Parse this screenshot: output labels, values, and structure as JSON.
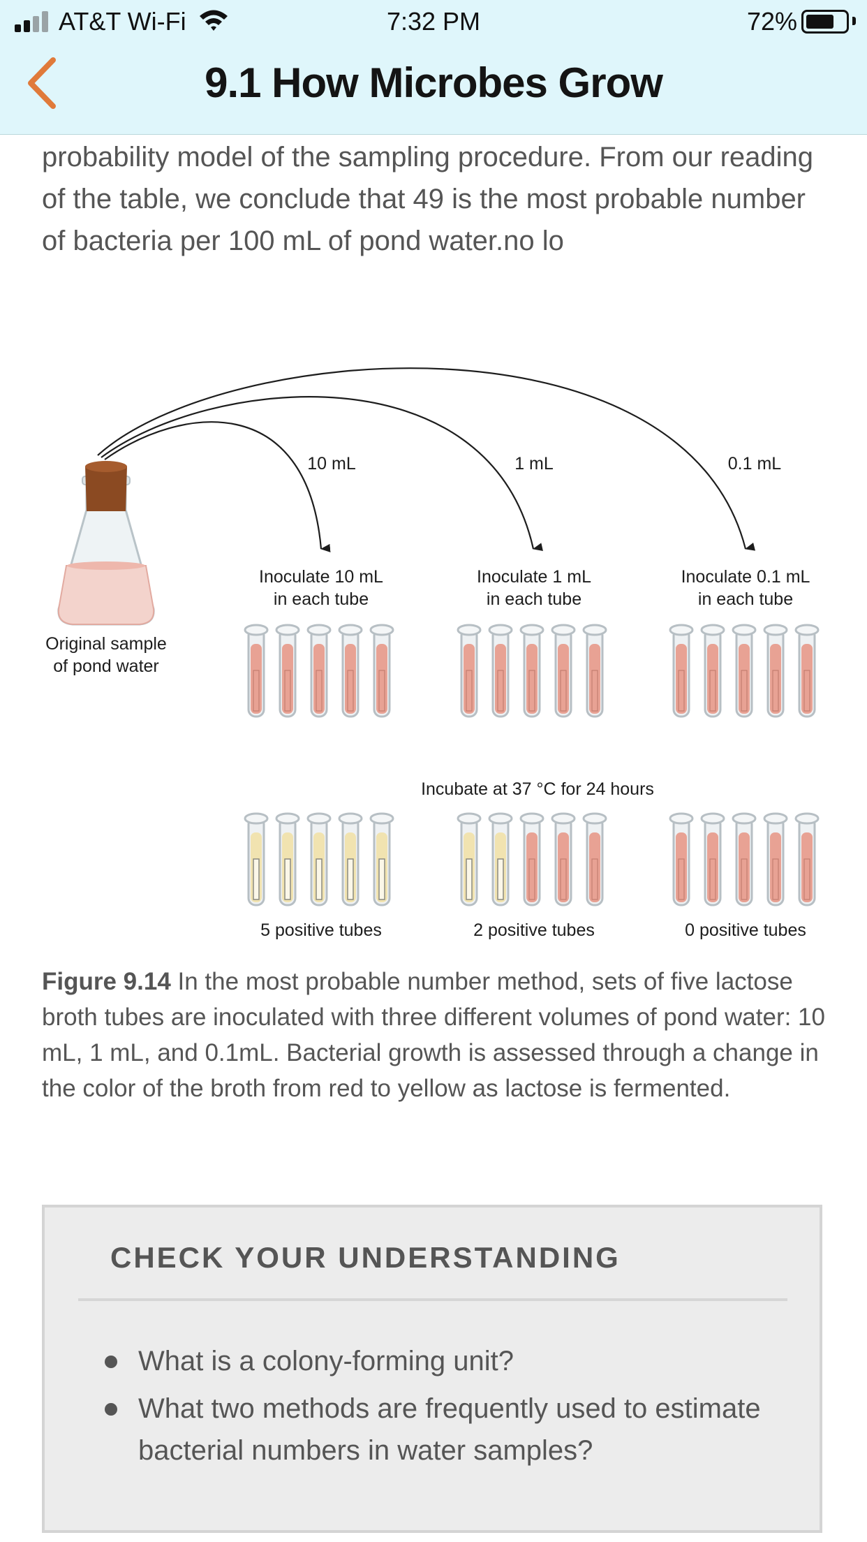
{
  "status_bar": {
    "carrier": "AT&T Wi-Fi",
    "time": "7:32 PM",
    "battery_percent": "72%",
    "battery_level": 0.72
  },
  "nav": {
    "back_icon": "chevron-left-icon",
    "title": "9.1 How Microbes Grow",
    "accent_color": "#e07a3a"
  },
  "content": {
    "paragraph": "probability model of the sampling procedure. From our reading of the table, we conclude that 49 is the most probable number of bacteria per 100 mL of pond water.no lo"
  },
  "figure": {
    "flask_label_line1": "Original sample",
    "flask_label_line2": "of pond water",
    "volumes": [
      "10 mL",
      "1 mL",
      "0.1 mL"
    ],
    "inoculate_line1": [
      "Inoculate 10 mL",
      "Inoculate 1 mL",
      "Inoculate 0.1 mL"
    ],
    "inoculate_line2": [
      "in each tube",
      "in each tube",
      "in each tube"
    ],
    "incubate_label": "Incubate at 37 °C for 24 hours",
    "results": [
      "5 positive tubes",
      "2 positive tubes",
      "0 positive tubes"
    ],
    "positive_counts": [
      5,
      2,
      0
    ],
    "tubes_per_set": 5,
    "colors": {
      "red_broth": "#e8a294",
      "yellow_broth": "#f1e3b0",
      "cork": "#8b4a22"
    }
  },
  "caption": {
    "label": "Figure 9.14",
    "text": " In the most probable number method, sets of five lactose broth tubes are inoculated with three different volumes of pond water: 10 mL, 1 mL, and 0.1mL. Bacterial growth is assessed through a change in the color of the broth from red to yellow as lactose is fermented."
  },
  "check": {
    "heading": "CHECK YOUR UNDERSTANDING",
    "questions": [
      "What is a colony-forming unit?",
      "What two methods are frequently used to estimate bacterial numbers in water samples?"
    ]
  }
}
